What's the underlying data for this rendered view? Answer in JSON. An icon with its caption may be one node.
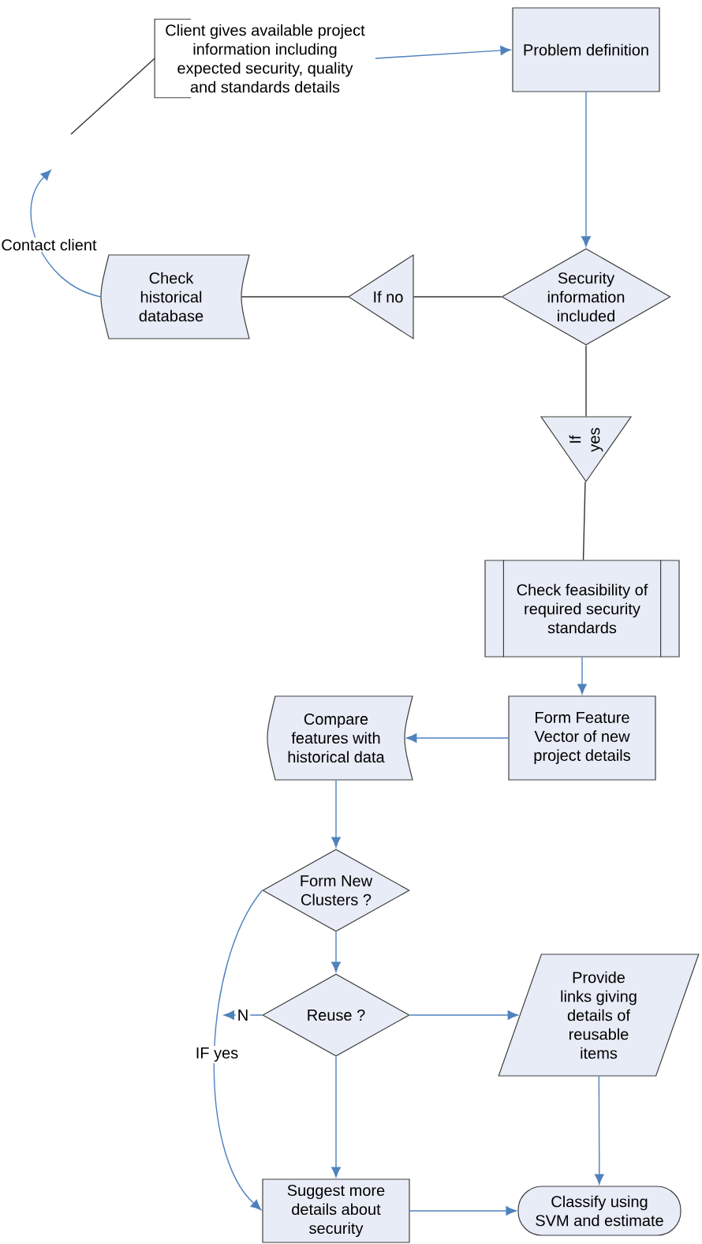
{
  "diagram": {
    "nodes": [
      {
        "text": [
          "Client gives available project information including expected security, quality and standards details"
        ]
      },
      {
        "text": [
          "Problem definition"
        ]
      },
      {
        "text": [
          "Security information included"
        ]
      },
      {
        "text": [
          "If no"
        ]
      },
      {
        "text": [
          "Check historical database"
        ]
      },
      {
        "text": [
          "If yes"
        ]
      },
      {
        "text": [
          "Check feasibility of required security standards"
        ]
      },
      {
        "text": [
          "Form Feature Vector of new project details"
        ]
      },
      {
        "text": [
          "Compare features with historical data"
        ]
      },
      {
        "text": [
          "Form New Clusters ?"
        ]
      },
      {
        "text": [
          "Reuse ?"
        ]
      },
      {
        "text": [
          "Provide links giving details of reusable items"
        ]
      },
      {
        "text": [
          "Suggest more details about security"
        ]
      },
      {
        "text": [
          "Classify using SVM and estimate"
        ]
      }
    ],
    "edges": [
      {
        "from": 0,
        "to": 1,
        "arrow": "to"
      },
      {
        "from": 1,
        "to": 2,
        "arrow": "to"
      },
      {
        "from": 2,
        "to": 3,
        "arrow": "none",
        "color": "#333333"
      },
      {
        "from": 3,
        "to": 4,
        "arrow": "none",
        "color": "#333333"
      },
      {
        "from": 4,
        "to": null,
        "arrow": "to",
        "label": "Contact client"
      },
      {
        "from": 0,
        "to": null,
        "arrow": "none",
        "color": "#333333"
      },
      {
        "from": 2,
        "to": 5,
        "arrow": "none",
        "color": "#333333"
      },
      {
        "from": 5,
        "to": 6,
        "arrow": "none",
        "color": "#333333"
      },
      {
        "from": 6,
        "to": 7,
        "arrow": "to"
      },
      {
        "from": 7,
        "to": 8,
        "arrow": "to"
      },
      {
        "from": 8,
        "to": 9,
        "arrow": "to"
      },
      {
        "from": 9,
        "to": 10,
        "arrow": "to"
      },
      {
        "from": 10,
        "to": 11,
        "arrow": "to"
      },
      {
        "from": 10,
        "to": null,
        "arrow": "to",
        "label": "N"
      },
      {
        "from": 9,
        "to": 12,
        "arrow": "to",
        "label": "IF yes"
      },
      {
        "from": 10,
        "to": 12,
        "arrow": "to"
      },
      {
        "from": 11,
        "to": 13,
        "arrow": "to"
      },
      {
        "from": 12,
        "to": 13,
        "arrow": "to"
      }
    ]
  }
}
